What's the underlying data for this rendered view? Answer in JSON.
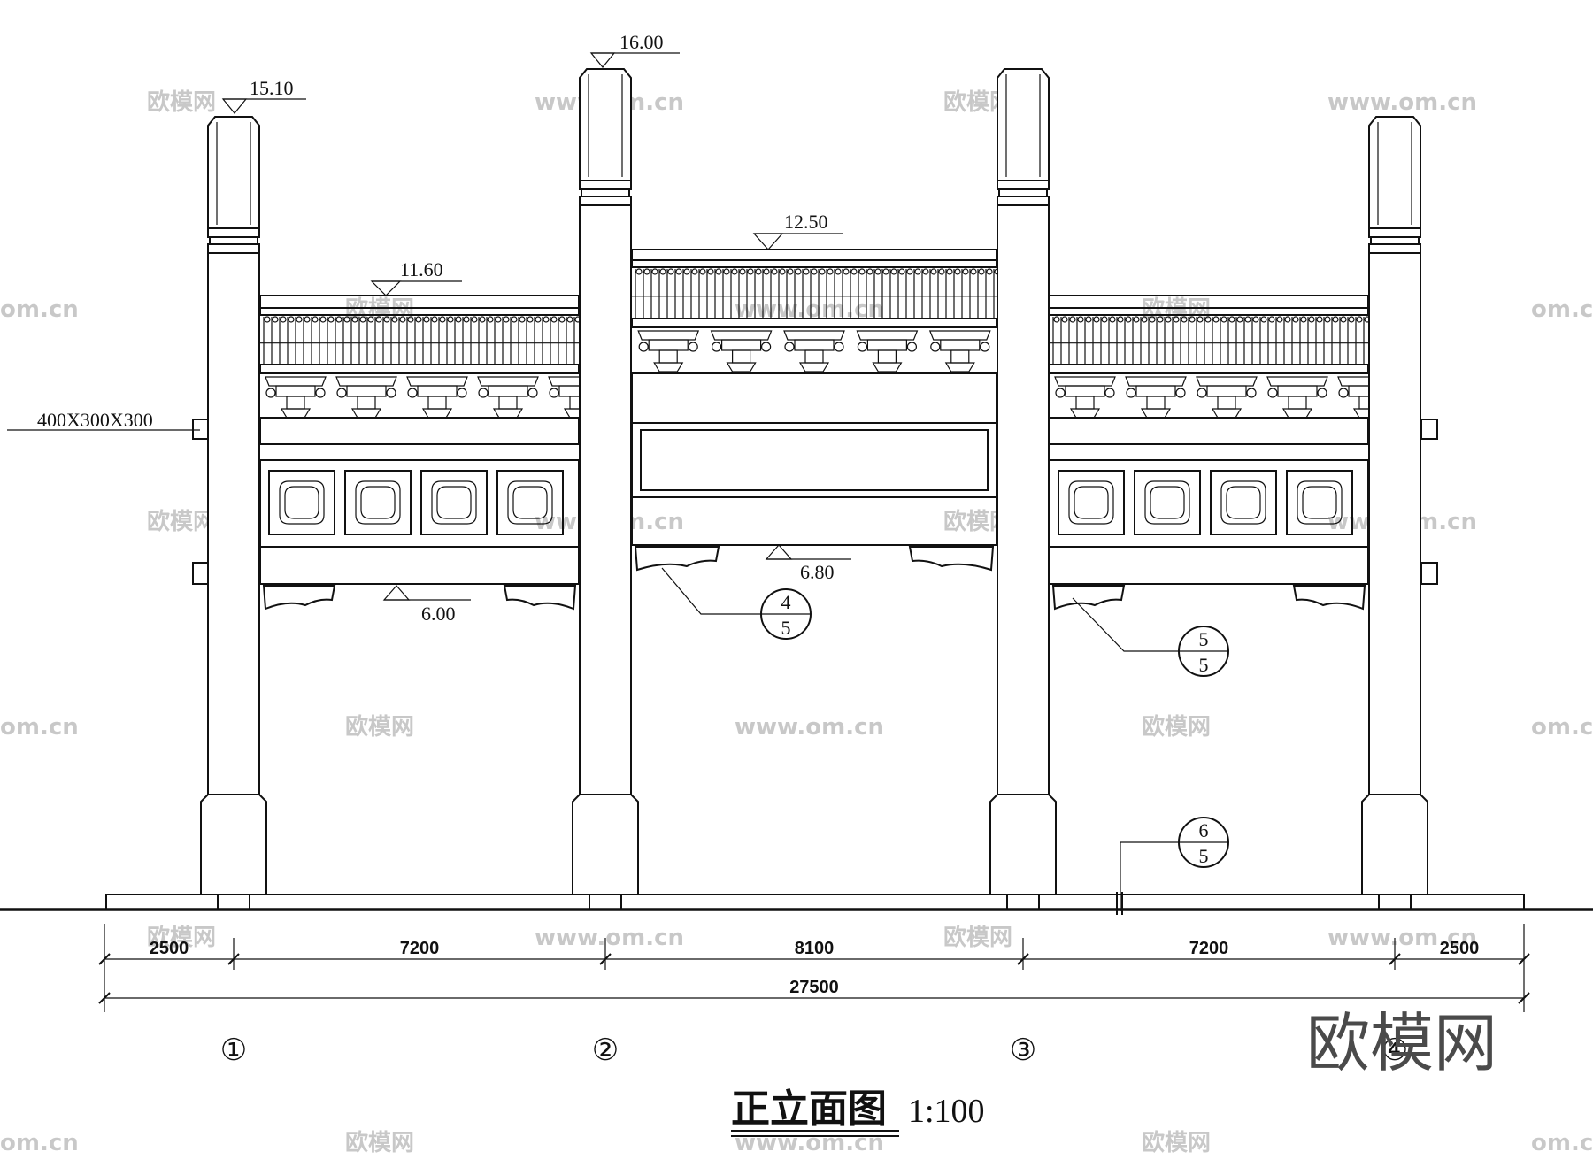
{
  "levels": {
    "post_side": "15.10",
    "post_center": "16.00",
    "roof_side": "11.60",
    "roof_center": "12.50",
    "beam_side": "6.00",
    "beam_center": "6.80"
  },
  "stone_note": "400X300X300",
  "callouts": [
    {
      "top": "4",
      "bottom": "5"
    },
    {
      "top": "5",
      "bottom": "5"
    },
    {
      "top": "6",
      "bottom": "5"
    }
  ],
  "dimensions": {
    "spans": [
      "2500",
      "7200",
      "8100",
      "7200",
      "2500"
    ],
    "total": "27500"
  },
  "axes": [
    "①",
    "②",
    "③",
    "④"
  ],
  "title": {
    "name": "正立面图",
    "scale": "1:100"
  },
  "watermark": {
    "brand": "欧模网",
    "url": "www.om.cn",
    "url_short": "om.cn"
  }
}
